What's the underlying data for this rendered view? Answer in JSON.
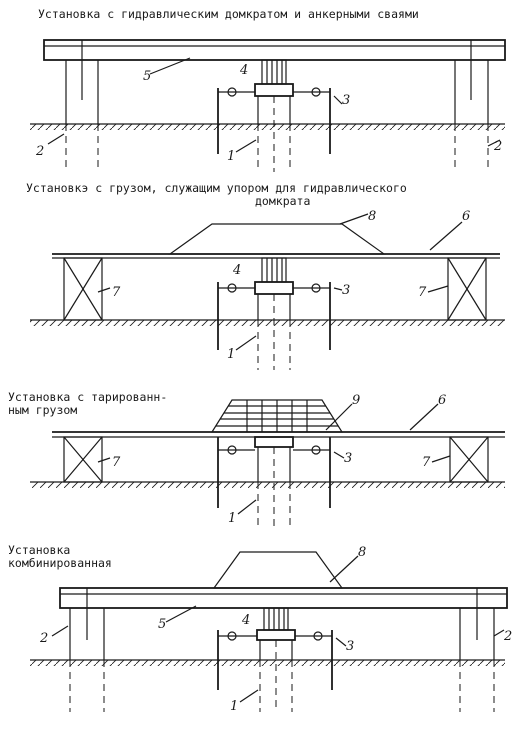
{
  "captions": {
    "panel1": "Установка с гидравлическим домкратом и анкерными сваями",
    "panel2_line1": "Установкэ с грузом, служащим упором для гидравлического",
    "panel2_line2": "домкрата",
    "panel3_line1": "Установка с тарированн-",
    "panel3_line2": "ным грузом",
    "panel4_line1": "Установка",
    "panel4_line2": "комбинированная"
  },
  "callouts": {
    "p1": {
      "beam": "5",
      "jack": "4",
      "gauge": "3",
      "anchor_left": "2",
      "anchor_right": "2",
      "test_pile": "1"
    },
    "p2": {
      "load": "8",
      "platform": "6",
      "jack": "4",
      "gauge": "3",
      "support_left": "7",
      "support_right": "7",
      "test_pile": "1"
    },
    "p3": {
      "calibrated_load": "9",
      "platform": "6",
      "gauge": "3",
      "support_left": "7",
      "support_right": "7",
      "test_pile": "1"
    },
    "p4": {
      "load": "8",
      "beam": "5",
      "jack": "4",
      "gauge": "3",
      "anchor_left": "2",
      "anchor_right": "2",
      "test_pile": "1"
    }
  }
}
